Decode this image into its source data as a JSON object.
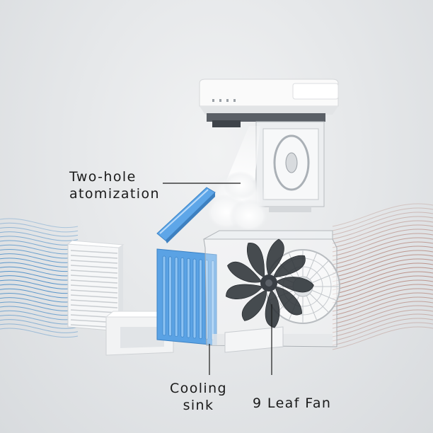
{
  "labels": {
    "atomization": {
      "line1": "Two-hole",
      "line2": "atomization"
    },
    "cooling_sink": {
      "line1": "Cooling",
      "line2": "sink"
    },
    "fan": "9 Leaf Fan"
  },
  "colors": {
    "wind_left": "#3e86c4",
    "wind_right": "#b07a6e",
    "filter_blue": "#5aa2e4",
    "housing_white": "#f5f6f7",
    "background": "#e6e8ea"
  }
}
